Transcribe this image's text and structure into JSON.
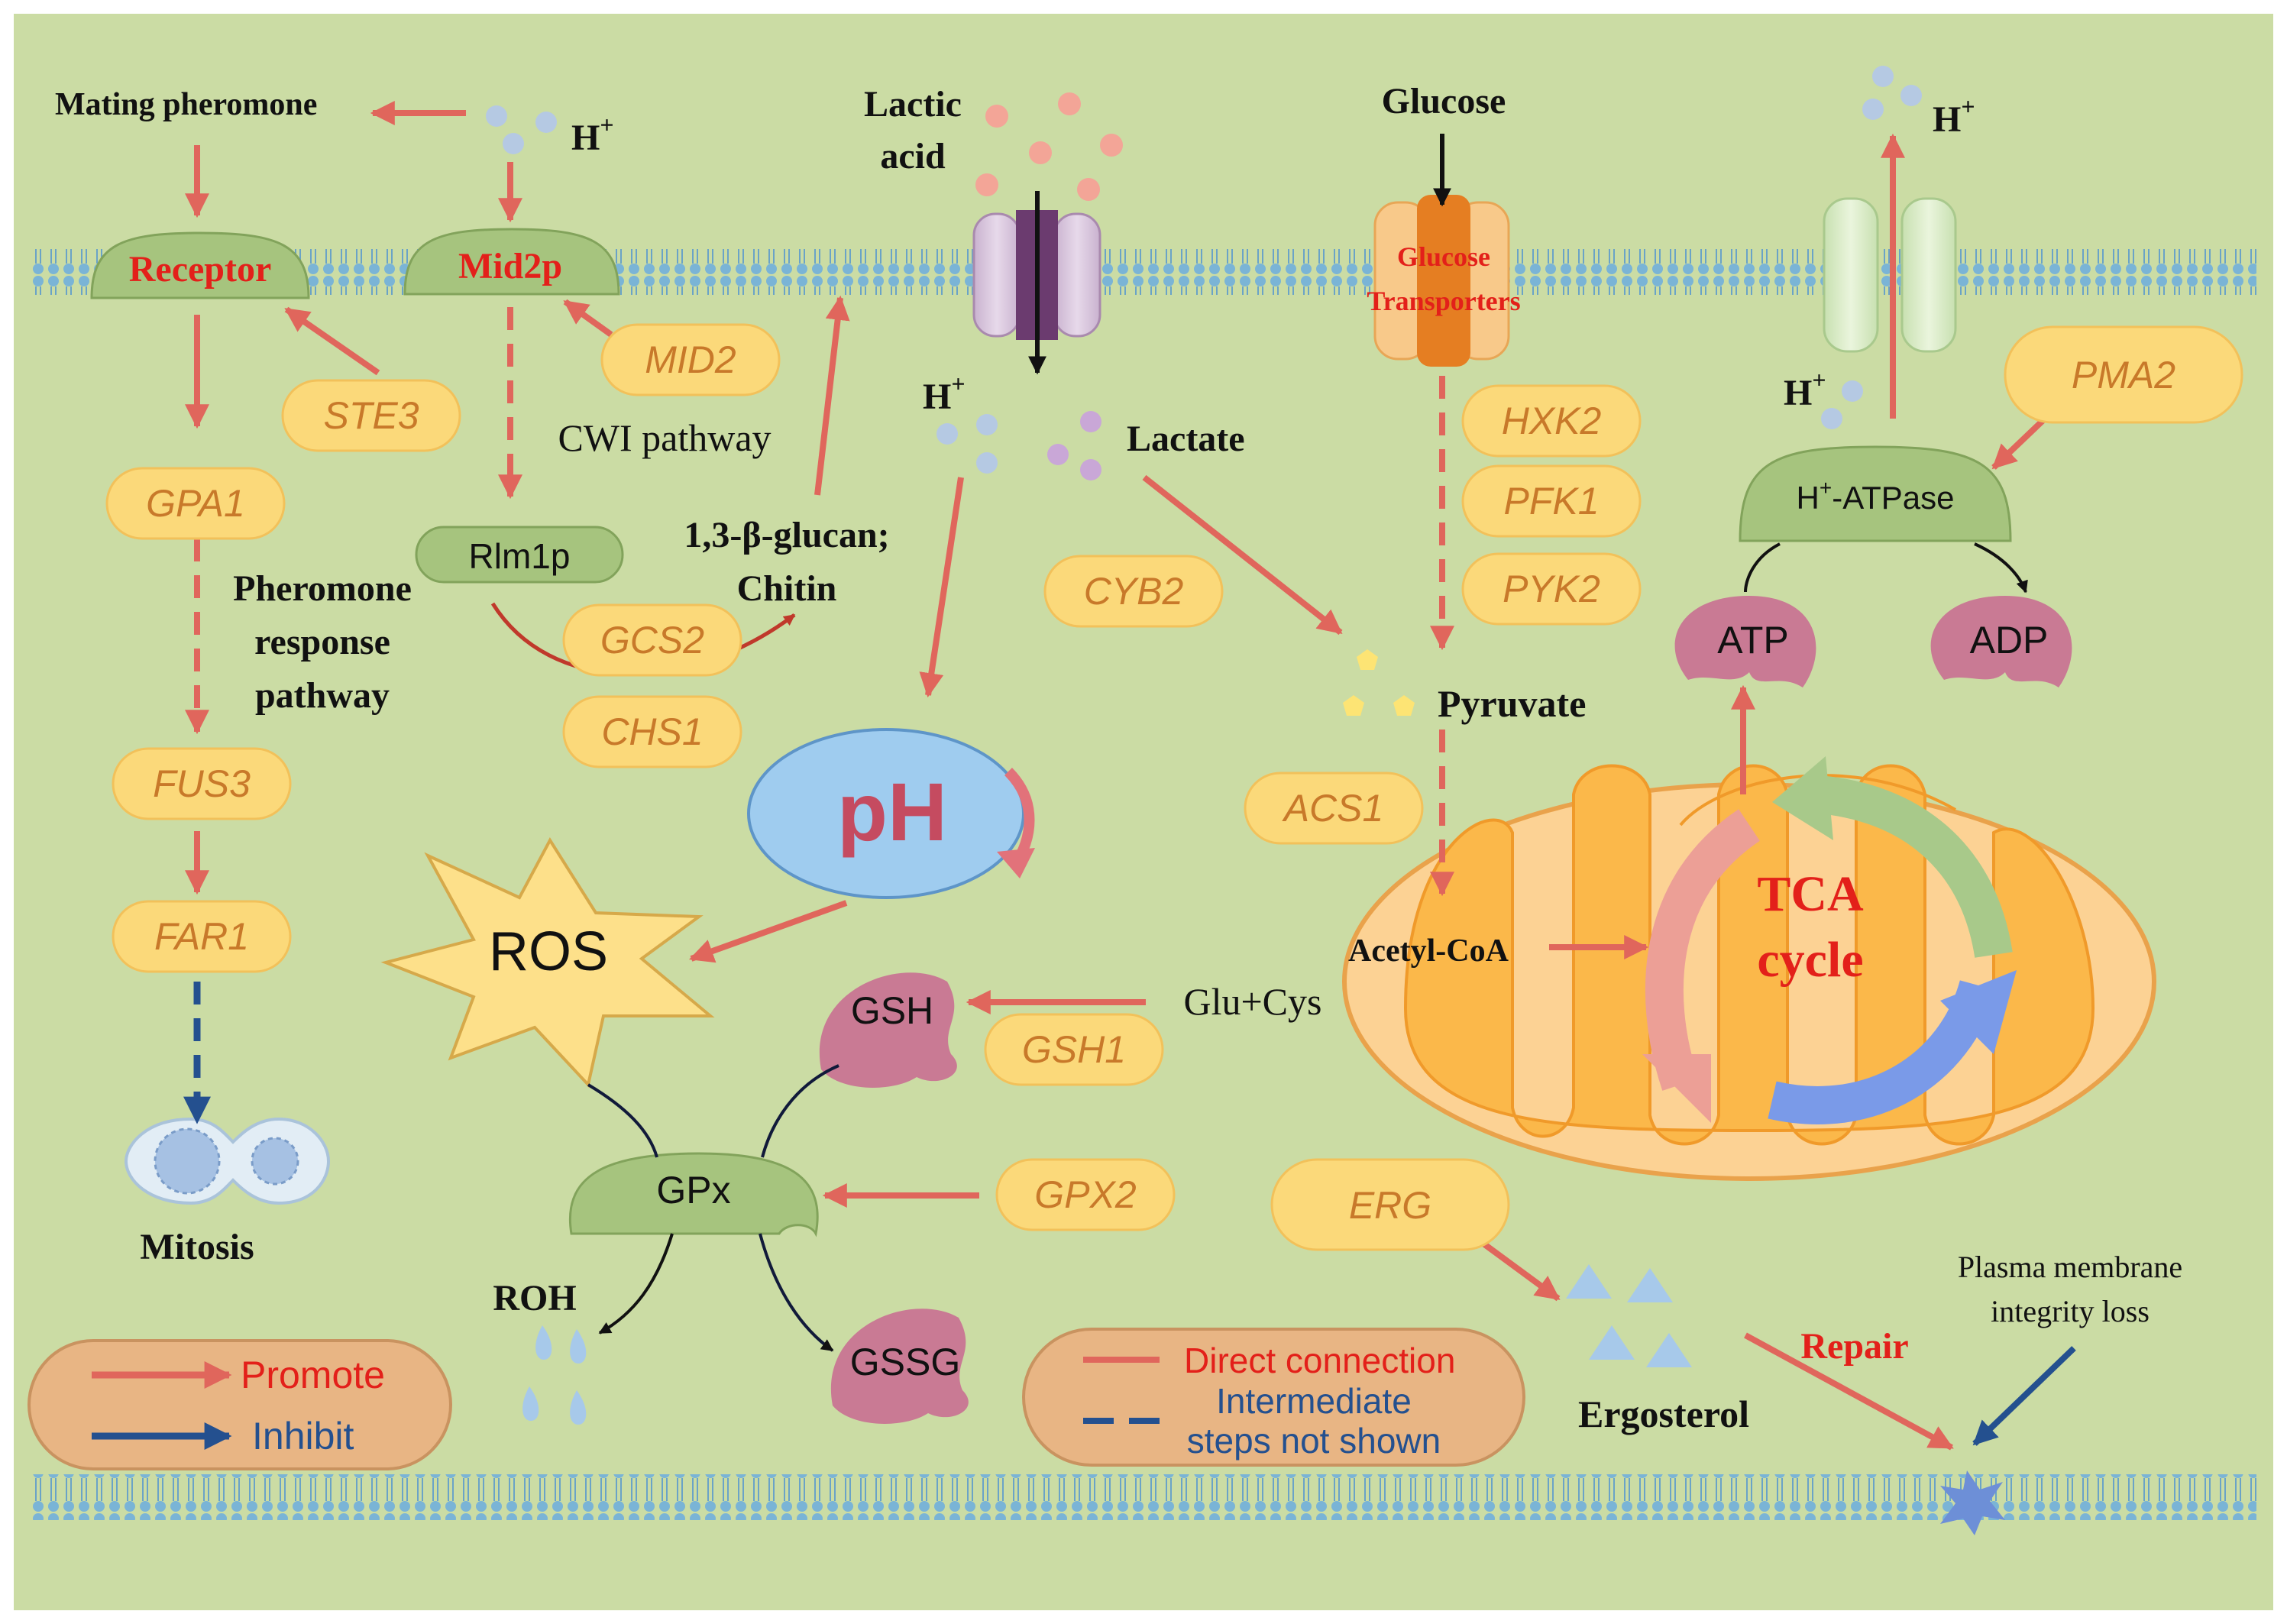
{
  "labels": {
    "mating_pheromone": "Mating pheromone",
    "h_plus": "H",
    "plus_sup": "+",
    "receptor": "Receptor",
    "mid2p": "Mid2p",
    "lactic_acid_l1": "Lactic",
    "lactic_acid_l2": "acid",
    "glucose": "Glucose",
    "glucose_transporters_l1": "Glucose",
    "glucose_transporters_l2": "Transporters",
    "cwi_pathway": "CWI pathway",
    "lactate": "Lactate",
    "h_atpase": "H",
    "h_atpase_suffix": "-ATPase",
    "rlm1p": "Rlm1p",
    "glucan_l1": "1,3-β-glucan;",
    "glucan_l2": "Chitin",
    "pheromone_l1": "Pheromone",
    "pheromone_l2": "response",
    "pheromone_l3": "pathway",
    "pyruvate": "Pyruvate",
    "atp": "ATP",
    "adp": "ADP",
    "ph": "pH",
    "ros": "ROS",
    "acetyl_coa": "Acetyl-CoA",
    "tca_l1": "TCA",
    "tca_l2": "cycle",
    "gsh": "GSH",
    "glu_cys": "Glu+Cys",
    "gpx": "GPx",
    "mitosis": "Mitosis",
    "roh": "ROH",
    "gssg": "GSSG",
    "ergosterol": "Ergosterol",
    "repair": "Repair",
    "pm_loss_l1": "Plasma membrane",
    "pm_loss_l2": "integrity loss"
  },
  "genes": {
    "ste3": "STE3",
    "mid2": "MID2",
    "gpa1": "GPA1",
    "gcs2": "GCS2",
    "chs1": "CHS1",
    "fus3": "FUS3",
    "far1": "FAR1",
    "hxk2": "HXK2",
    "pfk1": "PFK1",
    "pyk2": "PYK2",
    "cyb2": "CYB2",
    "acs1": "ACS1",
    "pma2": "PMA2",
    "gsh1": "GSH1",
    "gpx2": "GPX2",
    "erg": "ERG"
  },
  "legend": {
    "promote": "Promote",
    "inhibit": "Inhibit",
    "direct": "Direct connection",
    "intermediate_l1": "Intermediate",
    "intermediate_l2": "steps not shown"
  },
  "colors": {
    "background": "#cbdca4",
    "promote_arrow": "#e0665c",
    "inhibit_arrow": "#24508f",
    "gene_fill": "#fbd97a",
    "gene_text": "#c8792a",
    "highlight_red": "#e3201a",
    "protein_green": "#a6c47e",
    "molecule_pink": "#c97a94"
  }
}
